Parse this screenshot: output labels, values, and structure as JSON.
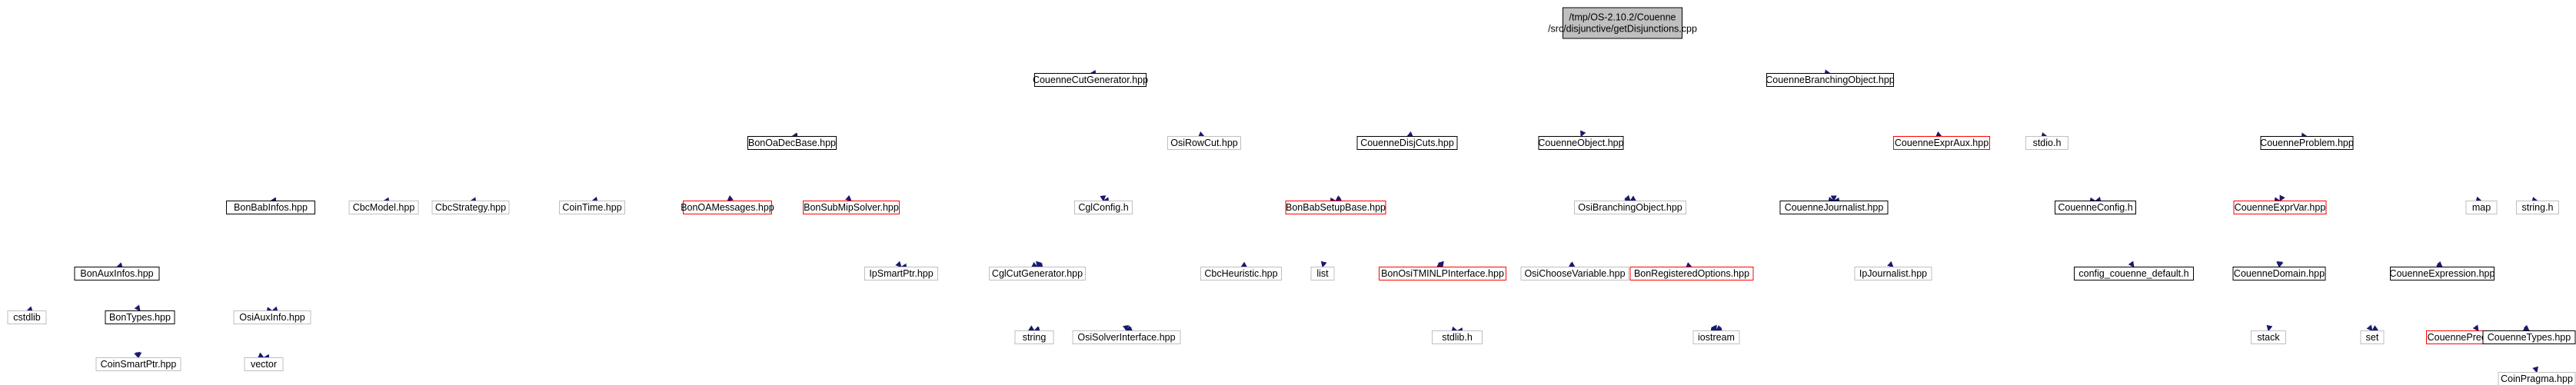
{
  "graph": {
    "root": [
      "/tmp/OS-2.10.2/Couenne",
      "/src/disjunctive/getDisjunctions.cpp"
    ],
    "colors": {
      "edge": "#191970",
      "root_fill": "#bfbfbf",
      "documented": "#000000",
      "truncated": "#ff0000",
      "external": "#bfbfbf"
    },
    "nodes": {
      "getDisjunctions_cpp": {
        "label": "",
        "style": "root"
      },
      "CouenneCutGenerator_hpp": {
        "label": "CouenneCutGenerator.hpp",
        "style": "black"
      },
      "CouenneDisjCuts_hpp": {
        "label": "CouenneDisjCuts.hpp",
        "style": "black"
      },
      "CouenneObject_hpp": {
        "label": "CouenneObject.hpp",
        "style": "black"
      },
      "CouenneBranchingObject_hpp": {
        "label": "CouenneBranchingObject.hpp",
        "style": "black"
      },
      "CouenneProblem_hpp": {
        "label": "CouenneProblem.hpp",
        "style": "black"
      },
      "BonOaDecBase_hpp": {
        "label": "BonOaDecBase.hpp",
        "style": "black"
      },
      "OsiRowCut_hpp": {
        "label": "OsiRowCut.hpp",
        "style": "grey"
      },
      "CouenneExprAux_hpp": {
        "label": "CouenneExprAux.hpp",
        "style": "red"
      },
      "stdio_h": {
        "label": "stdio.h",
        "style": "grey"
      },
      "BonBabInfos_hpp": {
        "label": "BonBabInfos.hpp",
        "style": "black"
      },
      "CbcModel_hpp": {
        "label": "CbcModel.hpp",
        "style": "grey"
      },
      "CbcStrategy_hpp": {
        "label": "CbcStrategy.hpp",
        "style": "grey"
      },
      "CoinTime_hpp": {
        "label": "CoinTime.hpp",
        "style": "grey"
      },
      "BonOAMessages_hpp": {
        "label": "BonOAMessages.hpp",
        "style": "red"
      },
      "BonSubMipSolver_hpp": {
        "label": "BonSubMipSolver.hpp",
        "style": "red"
      },
      "CglConfig_h": {
        "label": "CglConfig.h",
        "style": "grey"
      },
      "BonBabSetupBase_hpp": {
        "label": "BonBabSetupBase.hpp",
        "style": "red"
      },
      "OsiBranchingObject_hpp": {
        "label": "OsiBranchingObject.hpp",
        "style": "grey"
      },
      "CouenneJournalist_hpp": {
        "label": "CouenneJournalist.hpp",
        "style": "black"
      },
      "CouenneConfig_h": {
        "label": "CouenneConfig.h",
        "style": "black"
      },
      "CouenneExprVar_hpp": {
        "label": "CouenneExprVar.hpp",
        "style": "red"
      },
      "map": {
        "label": "map",
        "style": "grey"
      },
      "string_h": {
        "label": "string.h",
        "style": "grey"
      },
      "BonAuxInfos_hpp": {
        "label": "BonAuxInfos.hpp",
        "style": "black"
      },
      "IpSmartPtr_hpp": {
        "label": "IpSmartPtr.hpp",
        "style": "grey"
      },
      "CglCutGenerator_hpp": {
        "label": "CglCutGenerator.hpp",
        "style": "grey"
      },
      "CbcHeuristic_hpp": {
        "label": "CbcHeuristic.hpp",
        "style": "grey"
      },
      "list": {
        "label": "list",
        "style": "grey"
      },
      "BonOsiTMINLPInterface_hpp": {
        "label": "BonOsiTMINLPInterface.hpp",
        "style": "red"
      },
      "OsiChooseVariable_hpp": {
        "label": "OsiChooseVariable.hpp",
        "style": "grey"
      },
      "BonRegisteredOptions_hpp": {
        "label": "BonRegisteredOptions.hpp",
        "style": "red"
      },
      "IpJournalist_hpp": {
        "label": "IpJournalist.hpp",
        "style": "grey"
      },
      "config_couenne_default_h": {
        "label": "config_couenne_default.h",
        "style": "black"
      },
      "CouenneDomain_hpp": {
        "label": "CouenneDomain.hpp",
        "style": "black"
      },
      "CouenneExpression_hpp": {
        "label": "CouenneExpression.hpp",
        "style": "black"
      },
      "cstdlib": {
        "label": "cstdlib",
        "style": "grey"
      },
      "BonTypes_hpp": {
        "label": "BonTypes.hpp",
        "style": "black"
      },
      "OsiAuxInfo_hpp": {
        "label": "OsiAuxInfo.hpp",
        "style": "grey"
      },
      "string": {
        "label": "string",
        "style": "grey"
      },
      "OsiSolverInterface_hpp": {
        "label": "OsiSolverInterface.hpp",
        "style": "grey"
      },
      "stdlib_h": {
        "label": "stdlib.h",
        "style": "grey"
      },
      "iostream": {
        "label": "iostream",
        "style": "grey"
      },
      "stack": {
        "label": "stack",
        "style": "grey"
      },
      "set": {
        "label": "set",
        "style": "grey"
      },
      "CouennePrecisions_hpp": {
        "label": "CouennePrecisions.hpp",
        "style": "red"
      },
      "CouenneTypes_hpp": {
        "label": "CouenneTypes.hpp",
        "style": "black"
      },
      "CoinSmartPtr_hpp": {
        "label": "CoinSmartPtr.hpp",
        "style": "grey"
      },
      "vector": {
        "label": "vector",
        "style": "grey"
      },
      "CoinPragma_hpp": {
        "label": "CoinPragma.hpp",
        "style": "grey"
      }
    },
    "edges": [
      [
        "getDisjunctions_cpp",
        "CouenneCutGenerator_hpp"
      ],
      [
        "getDisjunctions_cpp",
        "CouenneDisjCuts_hpp"
      ],
      [
        "getDisjunctions_cpp",
        "CouenneObject_hpp"
      ],
      [
        "getDisjunctions_cpp",
        "CouenneBranchingObject_hpp"
      ],
      [
        "getDisjunctions_cpp",
        "CouenneProblem_hpp"
      ],
      [
        "CouenneCutGenerator_hpp",
        "BonOaDecBase_hpp"
      ],
      [
        "CouenneCutGenerator_hpp",
        "OsiRowCut_hpp"
      ],
      [
        "CouenneCutGenerator_hpp",
        "CglConfig_h"
      ],
      [
        "CouenneCutGenerator_hpp",
        "CglCutGenerator_hpp"
      ],
      [
        "CouenneCutGenerator_hpp",
        "BonBabInfos_hpp"
      ],
      [
        "CouenneCutGenerator_hpp",
        "BonAuxInfos_hpp"
      ],
      [
        "CouenneCutGenerator_hpp",
        "CouenneJournalist_hpp"
      ],
      [
        "CouenneCutGenerator_hpp",
        "CouenneTypes_hpp"
      ],
      [
        "CouenneCutGenerator_hpp",
        "CouenneConfig_h"
      ],
      [
        "CouenneCutGenerator_hpp",
        "OsiSolverInterface_hpp"
      ],
      [
        "BonOaDecBase_hpp",
        "BonBabInfos_hpp"
      ],
      [
        "BonOaDecBase_hpp",
        "CbcModel_hpp"
      ],
      [
        "BonOaDecBase_hpp",
        "CbcStrategy_hpp"
      ],
      [
        "BonOaDecBase_hpp",
        "CoinTime_hpp"
      ],
      [
        "BonOaDecBase_hpp",
        "BonOAMessages_hpp"
      ],
      [
        "BonOaDecBase_hpp",
        "BonSubMipSolver_hpp"
      ],
      [
        "BonOaDecBase_hpp",
        "BonBabSetupBase_hpp"
      ],
      [
        "BonOaDecBase_hpp",
        "CglCutGenerator_hpp"
      ],
      [
        "BonOaDecBase_hpp",
        "OsiAuxInfo_hpp"
      ],
      [
        "BonOaDecBase_hpp",
        "stdlib_h"
      ],
      [
        "BonOaDecBase_hpp",
        "OsiBranchingObject_hpp"
      ],
      [
        "BonSubMipSolver_hpp",
        "IpSmartPtr_hpp"
      ],
      [
        "BonSubMipSolver_hpp",
        "string"
      ],
      [
        "BonBabInfos_hpp",
        "BonAuxInfos_hpp"
      ],
      [
        "BonBabInfos_hpp",
        "iostream"
      ],
      [
        "BonAuxInfos_hpp",
        "cstdlib"
      ],
      [
        "BonAuxInfos_hpp",
        "OsiAuxInfo_hpp"
      ],
      [
        "BonAuxInfos_hpp",
        "CoinSmartPtr_hpp"
      ],
      [
        "BonAuxInfos_hpp",
        "vector"
      ],
      [
        "BonAuxInfos_hpp",
        "BonTypes_hpp"
      ],
      [
        "BonTypes_hpp",
        "vector"
      ],
      [
        "BonTypes_hpp",
        "CoinSmartPtr_hpp"
      ],
      [
        "CouenneDisjCuts_hpp",
        "BonOaDecBase_hpp"
      ],
      [
        "CouenneDisjCuts_hpp",
        "CglConfig_h"
      ],
      [
        "CouenneDisjCuts_hpp",
        "CglCutGenerator_hpp"
      ],
      [
        "CouenneDisjCuts_hpp",
        "BonBabSetupBase_hpp"
      ],
      [
        "CouenneDisjCuts_hpp",
        "BonOsiTMINLPInterface_hpp"
      ],
      [
        "CouenneDisjCuts_hpp",
        "OsiChooseVariable_hpp"
      ],
      [
        "CouenneDisjCuts_hpp",
        "BonRegisteredOptions_hpp"
      ],
      [
        "CouenneDisjCuts_hpp",
        "CouenneJournalist_hpp"
      ],
      [
        "CouenneDisjCuts_hpp",
        "OsiSolverInterface_hpp"
      ],
      [
        "CouenneDisjCuts_hpp",
        "CouenneTypes_hpp"
      ],
      [
        "CouenneDisjCuts_hpp",
        "BonBabInfos_hpp"
      ],
      [
        "BonBabSetupBase_hpp",
        "IpSmartPtr_hpp"
      ],
      [
        "BonBabSetupBase_hpp",
        "CglCutGenerator_hpp"
      ],
      [
        "BonBabSetupBase_hpp",
        "CbcHeuristic_hpp"
      ],
      [
        "BonBabSetupBase_hpp",
        "list"
      ],
      [
        "BonBabSetupBase_hpp",
        "BonOsiTMINLPInterface_hpp"
      ],
      [
        "BonBabSetupBase_hpp",
        "OsiChooseVariable_hpp"
      ],
      [
        "BonBabSetupBase_hpp",
        "string"
      ],
      [
        "BonOsiTMINLPInterface_hpp",
        "string"
      ],
      [
        "BonOsiTMINLPInterface_hpp",
        "OsiSolverInterface_hpp"
      ],
      [
        "BonOsiTMINLPInterface_hpp",
        "iostream"
      ],
      [
        "BonRegisteredOptions_hpp",
        "iostream"
      ],
      [
        "CouenneObject_hpp",
        "OsiBranchingObject_hpp"
      ],
      [
        "CouenneObject_hpp",
        "CouenneJournalist_hpp"
      ],
      [
        "CouenneObject_hpp",
        "BonBabSetupBase_hpp"
      ],
      [
        "CouenneObject_hpp",
        "CouenneExprVar_hpp"
      ],
      [
        "CouenneBranchingObject_hpp",
        "OsiBranchingObject_hpp"
      ],
      [
        "CouenneBranchingObject_hpp",
        "CouenneExprAux_hpp"
      ],
      [
        "CouenneBranchingObject_hpp",
        "CouenneJournalist_hpp"
      ],
      [
        "CouenneBranchingObject_hpp",
        "stdio_h"
      ],
      [
        "CouenneExprAux_hpp",
        "CouenneExprVar_hpp"
      ],
      [
        "CouenneExprAux_hpp",
        "iostream"
      ],
      [
        "CouenneJournalist_hpp",
        "IpJournalist_hpp"
      ],
      [
        "CouenneConfig_h",
        "config_couenne_default_h"
      ],
      [
        "CouenneProblem_hpp",
        "CouenneJournalist_hpp"
      ],
      [
        "CouenneProblem_hpp",
        "CouenneConfig_h"
      ],
      [
        "CouenneProblem_hpp",
        "CouenneExprVar_hpp"
      ],
      [
        "CouenneProblem_hpp",
        "map"
      ],
      [
        "CouenneProblem_hpp",
        "string_h"
      ],
      [
        "CouenneProblem_hpp",
        "CouenneDomain_hpp"
      ],
      [
        "CouenneProblem_hpp",
        "CouenneExpression_hpp"
      ],
      [
        "CouenneProblem_hpp",
        "CouenneTypes_hpp"
      ],
      [
        "CouenneProblem_hpp",
        "vector"
      ],
      [
        "CouenneExprVar_hpp",
        "CouenneDomain_hpp"
      ],
      [
        "CouenneExprVar_hpp",
        "CouenneExpression_hpp"
      ],
      [
        "CouenneExprVar_hpp",
        "CouenneTypes_hpp"
      ],
      [
        "CouenneExprVar_hpp",
        "set"
      ],
      [
        "CouenneExprVar_hpp",
        "iostream"
      ],
      [
        "CouenneDomain_hpp",
        "stack"
      ],
      [
        "CouenneDomain_hpp",
        "CouenneTypes_hpp"
      ],
      [
        "CouenneDomain_hpp",
        "stdlib_h"
      ],
      [
        "CouenneExpression_hpp",
        "iostream"
      ],
      [
        "CouenneExpression_hpp",
        "set"
      ],
      [
        "CouenneExpression_hpp",
        "vector"
      ],
      [
        "CouenneExpression_hpp",
        "CouennePrecisions_hpp"
      ],
      [
        "CouenneExpression_hpp",
        "CouenneTypes_hpp"
      ],
      [
        "CouenneTypes_hpp",
        "CoinPragma_hpp"
      ]
    ]
  }
}
